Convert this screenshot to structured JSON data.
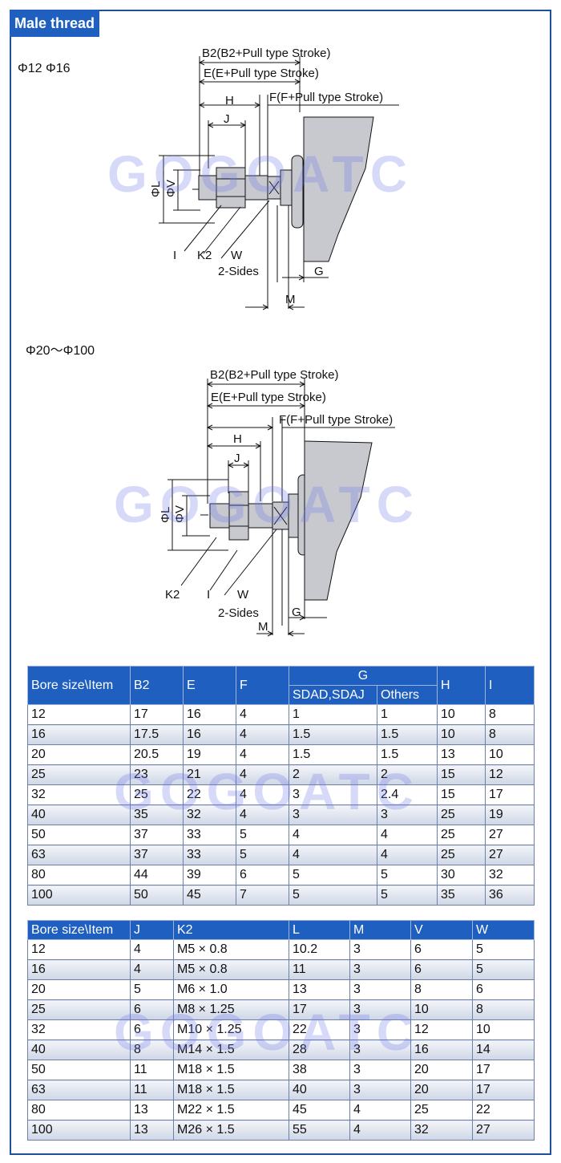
{
  "header": {
    "title": "Male thread"
  },
  "watermark": "GOGOATC",
  "diagram_small": {
    "heading": "Φ12 Φ16",
    "labels": {
      "b2": "B2(B2+Pull type Stroke)",
      "e": "E(E+Pull type Stroke)",
      "f": "F(F+Pull type Stroke)",
      "h": "H",
      "j": "J",
      "l": "ΦL",
      "v": "ΦV",
      "i": "I",
      "k2": "K2",
      "w": "W",
      "sides": "2-Sides",
      "g": "G",
      "m": "M"
    }
  },
  "diagram_large": {
    "heading": "Φ20～Φ100",
    "labels": {
      "b2": "B2(B2+Pull type Stroke)",
      "e": "E(E+Pull type Stroke)",
      "f": "F(F+Pull type Stroke)",
      "h": "H",
      "j": "J",
      "l": "ΦL",
      "v": "ΦV",
      "k2": "K2",
      "i": "I",
      "w": "W",
      "sides": "2-Sides",
      "g": "G",
      "m": "M"
    }
  },
  "table1": {
    "col_bore": "Bore size\\Item",
    "col_b2": "B2",
    "col_e": "E",
    "col_f": "F",
    "col_g": "G",
    "col_g_sub1": "SDAD,SDAJ",
    "col_g_sub2": "Others",
    "col_h": "H",
    "col_i": "I",
    "rows": [
      [
        "12",
        "17",
        "16",
        "4",
        "1",
        "1",
        "10",
        "8"
      ],
      [
        "16",
        "17.5",
        "16",
        "4",
        "1.5",
        "1.5",
        "10",
        "8"
      ],
      [
        "20",
        "20.5",
        "19",
        "4",
        "1.5",
        "1.5",
        "13",
        "10"
      ],
      [
        "25",
        "23",
        "21",
        "4",
        "2",
        "2",
        "15",
        "12"
      ],
      [
        "32",
        "25",
        "22",
        "4",
        "3",
        "2.4",
        "15",
        "17"
      ],
      [
        "40",
        "35",
        "32",
        "4",
        "3",
        "3",
        "25",
        "19"
      ],
      [
        "50",
        "37",
        "33",
        "5",
        "4",
        "4",
        "25",
        "27"
      ],
      [
        "63",
        "37",
        "33",
        "5",
        "4",
        "4",
        "25",
        "27"
      ],
      [
        "80",
        "44",
        "39",
        "6",
        "5",
        "5",
        "30",
        "32"
      ],
      [
        "100",
        "50",
        "45",
        "7",
        "5",
        "5",
        "35",
        "36"
      ]
    ]
  },
  "table2": {
    "headers": [
      "Bore size\\Item",
      "J",
      "K2",
      "L",
      "M",
      "V",
      "W"
    ],
    "rows": [
      [
        "12",
        "4",
        "M5 × 0.8",
        "10.2",
        "3",
        "6",
        "5"
      ],
      [
        "16",
        "4",
        "M5 × 0.8",
        "11",
        "3",
        "6",
        "5"
      ],
      [
        "20",
        "5",
        "M6 × 1.0",
        "13",
        "3",
        "8",
        "6"
      ],
      [
        "25",
        "6",
        "M8 × 1.25",
        "17",
        "3",
        "10",
        "8"
      ],
      [
        "32",
        "6",
        "M10 × 1.25",
        "22",
        "3",
        "12",
        "10"
      ],
      [
        "40",
        "8",
        "M14 × 1.5",
        "28",
        "3",
        "16",
        "14"
      ],
      [
        "50",
        "11",
        "M18 × 1.5",
        "38",
        "3",
        "20",
        "17"
      ],
      [
        "63",
        "11",
        "M18 × 1.5",
        "40",
        "3",
        "20",
        "17"
      ],
      [
        "80",
        "13",
        "M22 × 1.5",
        "45",
        "4",
        "25",
        "22"
      ],
      [
        "100",
        "13",
        "M26 × 1.5",
        "55",
        "4",
        "32",
        "27"
      ]
    ]
  }
}
